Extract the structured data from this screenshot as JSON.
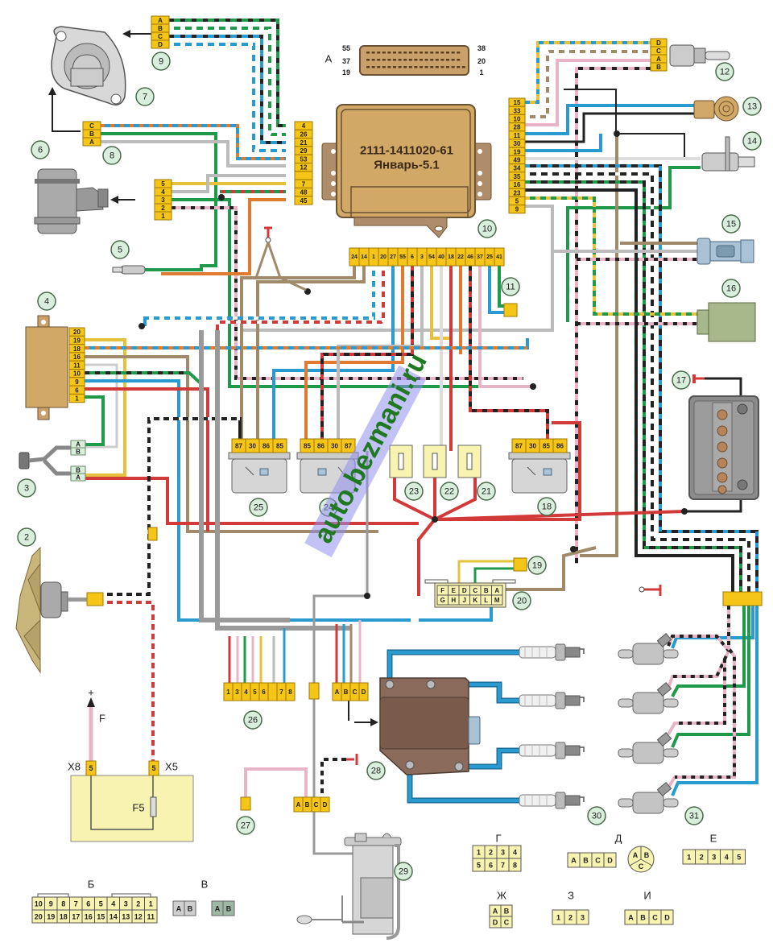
{
  "diagram": {
    "watermark": "auto.bezmani.ru",
    "ecu": {
      "id": "10",
      "part_number": "2111-1411020-61",
      "name": "Январь-5.1",
      "connector_view": {
        "label": "А",
        "pins_left": [
          "55",
          "37",
          "19"
        ],
        "pins_right": [
          "38",
          "20",
          "1"
        ]
      }
    },
    "callouts": [
      "2",
      "3",
      "4",
      "5",
      "6",
      "7",
      "8",
      "9",
      "10",
      "11",
      "12",
      "13",
      "14",
      "15",
      "16",
      "17",
      "18",
      "19",
      "20",
      "21",
      "22",
      "23",
      "24",
      "25",
      "26",
      "27",
      "28",
      "29",
      "30",
      "31"
    ],
    "connectors": {
      "c9": [
        "A",
        "B",
        "C",
        "D"
      ],
      "c8": [
        "C",
        "B",
        "A"
      ],
      "c6": [
        "5",
        "4",
        "3",
        "2",
        "1"
      ],
      "ecu_left": [
        "4",
        "26",
        "21",
        "29",
        "53",
        "12",
        "",
        "7",
        "48",
        "45"
      ],
      "c12": [
        "D",
        "C",
        "A",
        "B"
      ],
      "ecu_right": [
        "15",
        "33",
        "10",
        "28",
        "11",
        "30",
        "19",
        "49",
        "34",
        "35",
        "16",
        "23",
        "5",
        "9"
      ],
      "ecu_bottom": [
        "24",
        "14",
        "1",
        "20",
        "27",
        "55",
        "6",
        "3",
        "54",
        "40",
        "18",
        "22",
        "46",
        "37",
        "25",
        "41"
      ],
      "c4": [
        "20",
        "19",
        "18",
        "16",
        "11",
        "10",
        "9",
        "6",
        "1"
      ],
      "c3_top": [
        "A",
        "B"
      ],
      "c3_bottom": [
        "B",
        "A"
      ],
      "relay25": [
        "87",
        "30",
        "86",
        "85"
      ],
      "relay24": [
        "85",
        "86",
        "30",
        "87"
      ],
      "relay18": [
        "87",
        "30",
        "85",
        "86"
      ],
      "c20_top": [
        "F",
        "E",
        "D",
        "C",
        "B",
        "A"
      ],
      "c20_bottom": [
        "G",
        "H",
        "J",
        "K",
        "L",
        "M"
      ],
      "c26": [
        "1",
        "3",
        "4",
        "5",
        "6",
        "",
        "7",
        "8"
      ],
      "c_abcd_mid": [
        "A",
        "B",
        "C",
        "D"
      ],
      "c29": [
        "A",
        "B",
        "C",
        "D"
      ]
    },
    "mount_block": {
      "x8": "X8",
      "x5": "X5",
      "pin8": "5",
      "pin5": "5",
      "fuse": "F5",
      "feed": "F",
      "plus": "+"
    },
    "legend": {
      "B": {
        "title": "Б",
        "row1": [
          "10",
          "9",
          "8",
          "7",
          "6",
          "5",
          "4",
          "3",
          "2",
          "1"
        ],
        "row2": [
          "20",
          "19",
          "18",
          "17",
          "16",
          "15",
          "14",
          "13",
          "12",
          "11"
        ]
      },
      "V": {
        "title": "В",
        "pins": [
          "A",
          "B"
        ]
      },
      "G": {
        "title": "Г",
        "row1": [
          "1",
          "2",
          "3",
          "4"
        ],
        "row2": [
          "5",
          "6",
          "7",
          "8"
        ]
      },
      "D": {
        "title": "Д",
        "pins": [
          "A",
          "B",
          "C",
          "D"
        ],
        "round": [
          "A",
          "B",
          "C"
        ]
      },
      "E": {
        "title": "Е",
        "pins": [
          "1",
          "2",
          "3",
          "4",
          "5"
        ]
      },
      "ZH": {
        "title": "Ж",
        "row1": [
          "A",
          "B"
        ],
        "row2": [
          "D",
          "C"
        ]
      },
      "Z": {
        "title": "З",
        "pins": [
          "1",
          "2",
          "3"
        ]
      },
      "I": {
        "title": "И",
        "pins": [
          "A",
          "B",
          "C",
          "D"
        ]
      }
    },
    "colors": {
      "connector": "#f5c518",
      "connector_border": "#a07800",
      "callout_bg": "#d9eedd",
      "ecu_body": "#d2a866",
      "wire_blue": "#2a9bd1",
      "wire_green": "#1f9a4a",
      "wire_red": "#d23a3a",
      "wire_pink": "#e8b4c8",
      "wire_brown": "#a08a6a",
      "wire_gray": "#9a9a9a",
      "wire_orange": "#e07a30",
      "wire_yellow": "#e6c23c",
      "wire_black": "#222222",
      "legend_fill": "#f8f3b0",
      "watermark_band": "#8f8ff0"
    }
  }
}
